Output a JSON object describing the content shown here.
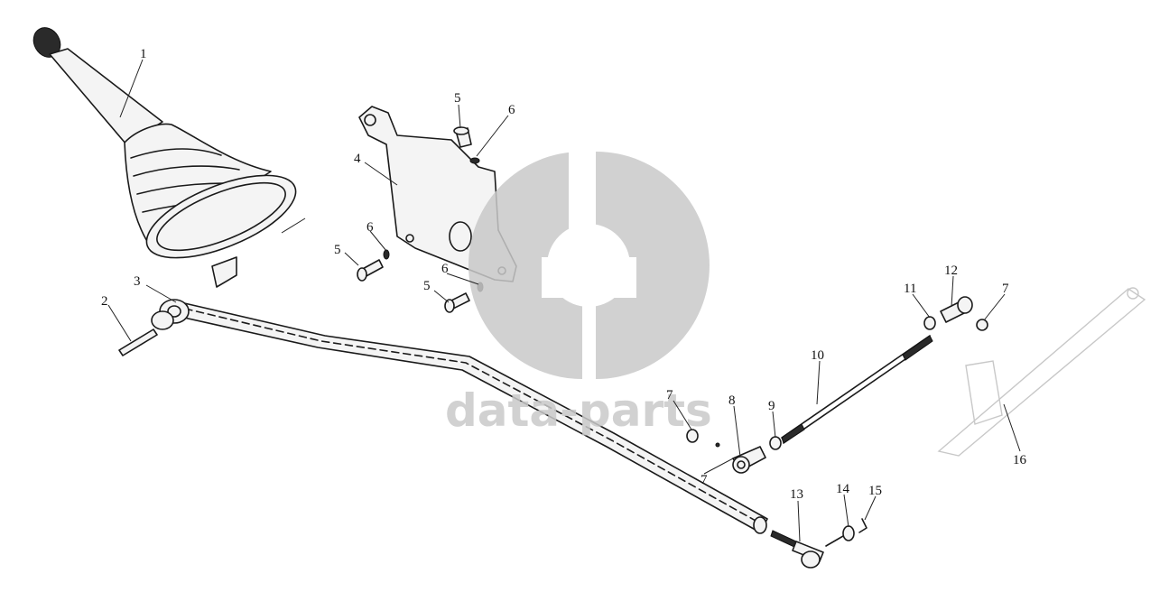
{
  "diagram": {
    "callouts": [
      "1",
      "2",
      "3",
      "4",
      "5",
      "5",
      "5",
      "6",
      "6",
      "6",
      "7",
      "7",
      "7",
      "8",
      "9",
      "10",
      "11",
      "12",
      "13",
      "14",
      "15",
      "16"
    ]
  },
  "watermark": {
    "text": "data-parts",
    "color": "#c9c9c9",
    "icon": "gd-logo"
  }
}
